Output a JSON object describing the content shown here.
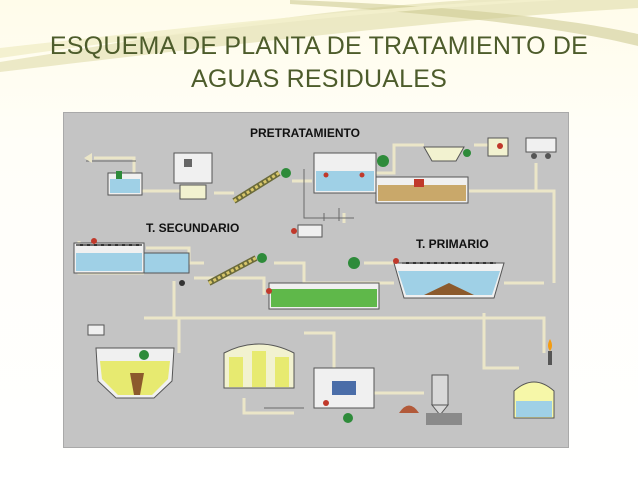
{
  "title": {
    "line1": "ESQUEMA DE PLANTA DE TRATAMIENTO DE",
    "line2": "AGUAS RESIDUALES"
  },
  "diagram": {
    "labels": {
      "pretratamiento": "PRETRATAMIENTO",
      "secundario": "T. SECUNDARIO",
      "primario": "T. PRIMARIO"
    }
  },
  "colors": {
    "title": "#4d5c2b",
    "swoosh": "#d8d4a0",
    "diagram_bg": "#c4c4c4",
    "pipe": "#e9e4c6",
    "water_blue": "#9fd0e6",
    "sludge_brown": "#8c5a2c",
    "aeration_green": "#5fb84a",
    "pump_green": "#2e8b3a",
    "digester_yellow": "#e7ea70"
  }
}
